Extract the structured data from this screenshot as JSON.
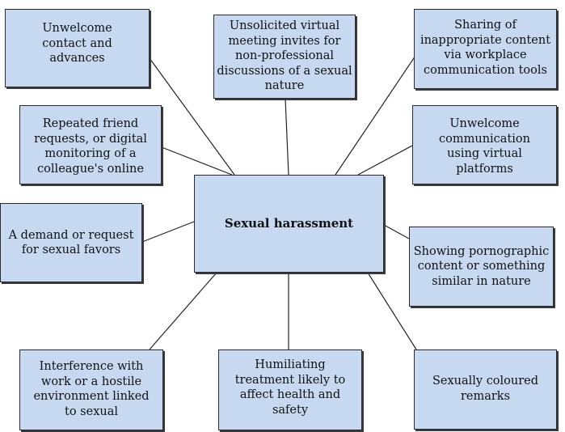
{
  "center": {
    "label": "Sexual harassment"
  },
  "behaviors": [
    {
      "label": "Unwelcome contact and advances"
    },
    {
      "label": "Unsolicited virtual meeting invites for non-professional discussions of a sexual nature"
    },
    {
      "label": "Sharing of inappropriate content via workplace communication tools"
    },
    {
      "label": "Repeated friend requests, or digital monitoring of a colleague's online"
    },
    {
      "label": "Unwelcome communication using virtual platforms"
    },
    {
      "label": "A demand or request for sexual favors"
    },
    {
      "label": "Showing pornographic content or something similar in nature"
    },
    {
      "label": "Interference with work or a hostile environment linked to sexual"
    },
    {
      "label": "Humiliating treatment likely to affect health and safety"
    },
    {
      "label": "Sexually coloured remarks"
    }
  ]
}
